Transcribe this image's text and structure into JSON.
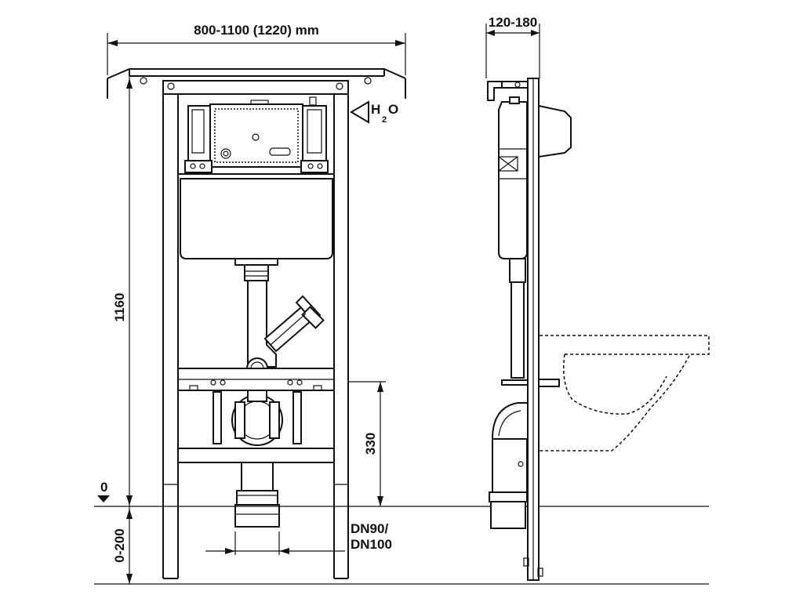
{
  "dimensions": {
    "width_label": "800-1100 (1220) mm",
    "depth_label": "120-180",
    "height_label": "1160",
    "outlet_height_label": "330",
    "floor_adjust_label": "0-200",
    "zero_label": "0",
    "pipe_label_line1": "DN90/",
    "pipe_label_line2": "DN100"
  },
  "water_inlet": {
    "label_main": "H",
    "label_sub": "2",
    "label_end": "O"
  }
}
